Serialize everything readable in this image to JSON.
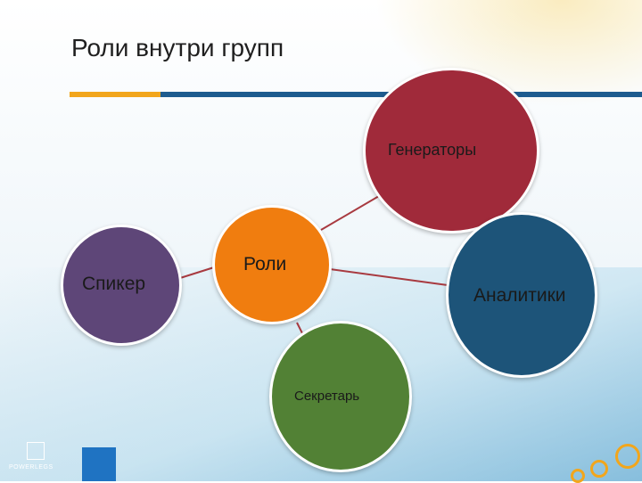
{
  "title": "Роли внутри групп",
  "logo_text": "POWERLEGS",
  "nodes": {
    "generators": "Генераторы",
    "roles": "Роли",
    "speaker": "Спикер",
    "analytics": "Аналитики",
    "secretary": "Секретарь"
  },
  "colors": {
    "generators": "#a02a3a",
    "roles": "#f07d0f",
    "speaker": "#5e4678",
    "analytics": "#1d5479",
    "secretary": "#528135",
    "connector": "#a83a40",
    "accent_orange": "#f2a61c",
    "accent_blue": "#1e5c8f"
  }
}
